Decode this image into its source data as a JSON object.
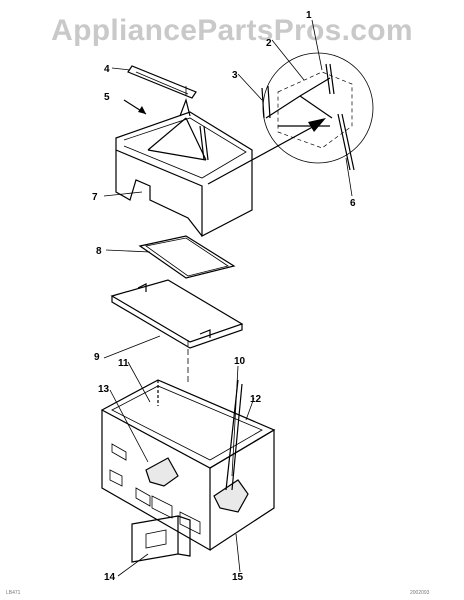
{
  "watermark": "AppliancePartsPros.com",
  "diagram": {
    "callouts": [
      "1",
      "2",
      "3",
      "4",
      "5",
      "6",
      "7",
      "8",
      "9",
      "10",
      "11",
      "12",
      "13",
      "14",
      "15"
    ]
  },
  "footer": {
    "left_code": "LB471",
    "right_code": "2002093"
  }
}
